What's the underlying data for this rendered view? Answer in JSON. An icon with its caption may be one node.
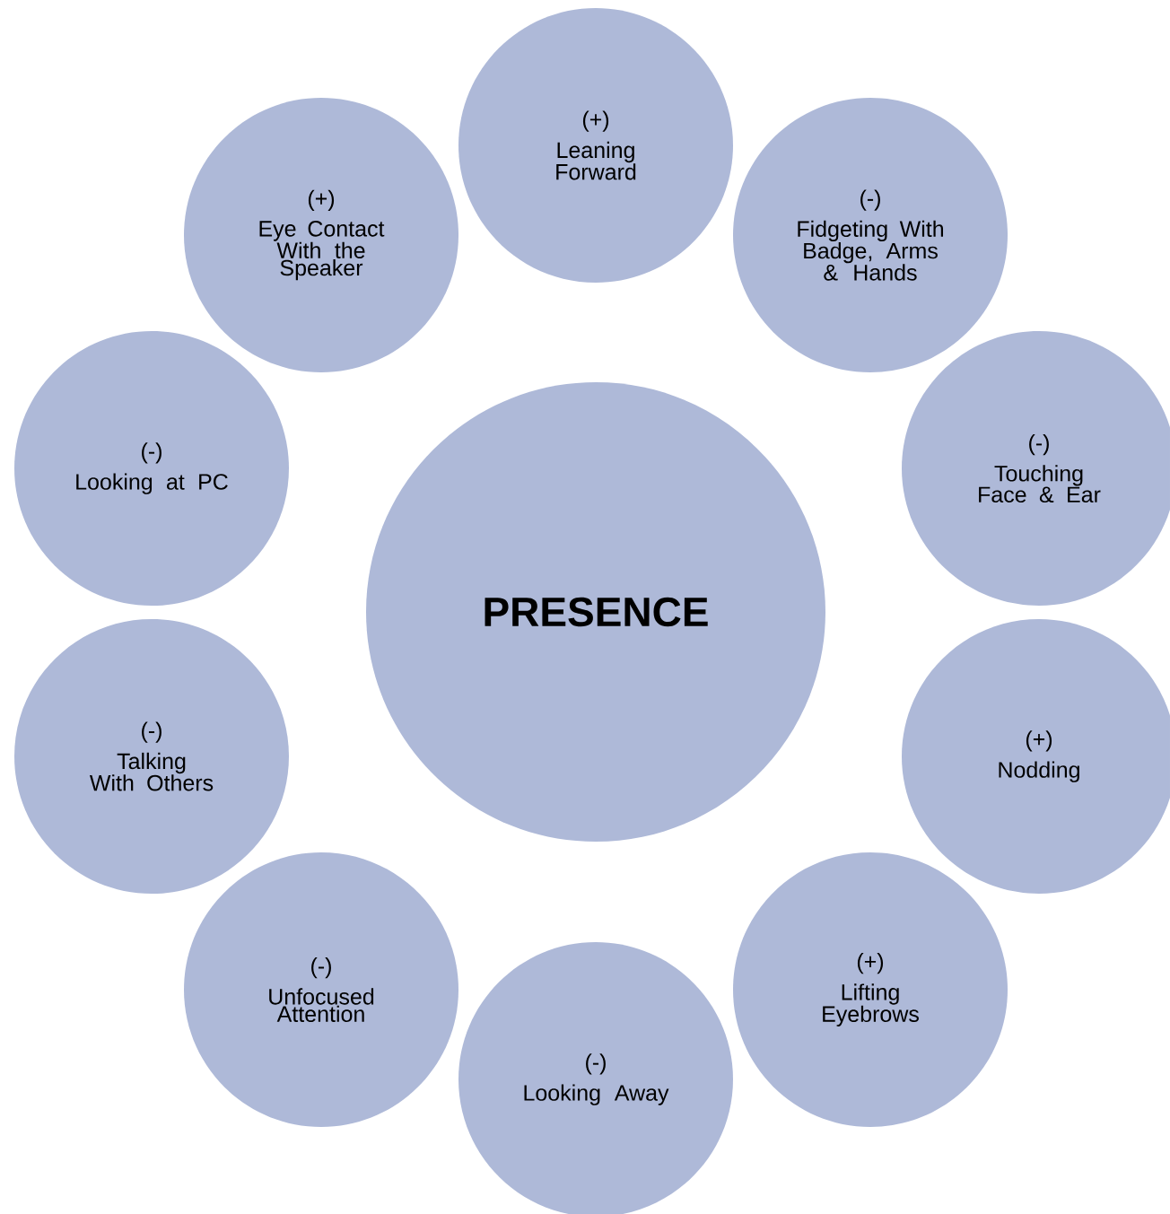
{
  "diagram": {
    "nodes": [
      {
        "text": [
          "PRESENCE"
        ]
      },
      {
        "text": [
          "(+)",
          "Leaning Forward"
        ]
      },
      {
        "text": [
          "(-)",
          "Fidgeting With Badge, Arms & Hands"
        ]
      },
      {
        "text": [
          "(-)",
          "Touching Face & Ear"
        ]
      },
      {
        "text": [
          "(+)",
          "Nodding"
        ]
      },
      {
        "text": [
          "(+)",
          "Lifting Eyebrows"
        ]
      },
      {
        "text": [
          "(-)",
          "Looking Away"
        ]
      },
      {
        "text": [
          "(-)",
          "Unfocused Attention"
        ]
      },
      {
        "text": [
          "(-)",
          "Talking With Others"
        ]
      },
      {
        "text": [
          "(-)",
          "Looking at PC"
        ]
      },
      {
        "text": [
          "(+)",
          "Eye Contact With the Speaker"
        ]
      }
    ]
  }
}
